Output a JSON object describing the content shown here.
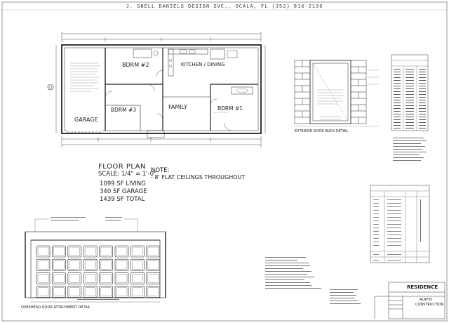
{
  "sheet": {
    "header": "J. SNELL DANIELS DESIGN SVC., OCALA, FL  (352) 816-2136"
  },
  "floor_plan": {
    "title": "FLOOR PLAN",
    "scale": "SCALE: 1/4\" = 1'-0\"",
    "rooms": {
      "bdrm2": "BDRM #2",
      "kitchen": "KITCHEN / DINING",
      "bdrm3": "BDRM #3",
      "family": "FAMILY",
      "bdrm1": "BDRM #1",
      "garage": "GARAGE"
    }
  },
  "notes": {
    "heading": "NOTE:",
    "line1": "- 8' FLAT CEILINGS THROUGHOUT"
  },
  "areas": {
    "living": "1099 SF LIVING",
    "garage": "340 SF GARAGE",
    "total": "1439 SF TOTAL"
  },
  "details": {
    "door_buck": "EXTERIOR DOOR BUCK DETAIL",
    "overhead": "OVERHEAD DOOR ATTACHMENT DETAIL"
  },
  "title_block": {
    "residence": "RESIDENCE",
    "builder_line1": "ALAFIO",
    "builder_line2": "CONSTRUCTION"
  }
}
